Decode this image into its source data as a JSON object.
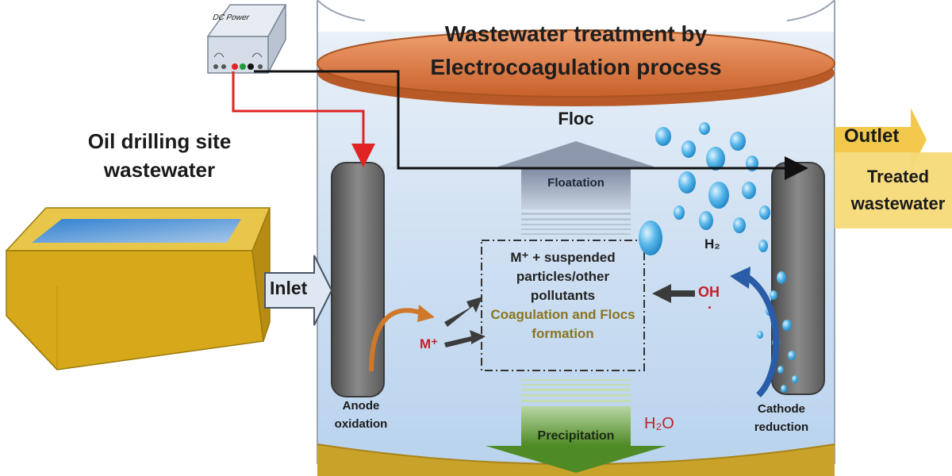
{
  "title": {
    "line1": "Wastewater treatment by",
    "line2": "Electrocoagulation process"
  },
  "power_supply": {
    "label": "DC Power"
  },
  "source": {
    "line1": "Oil drilling site",
    "line2": "wastewater"
  },
  "inlet": {
    "label": "Inlet"
  },
  "outlet": {
    "label": "Outlet",
    "line1": "Treated",
    "line2": "wastewater"
  },
  "zones": {
    "floc": "Floc",
    "floatation": "Floatation",
    "precipitation": "Precipitation"
  },
  "reaction_box": {
    "line1": "M⁺ + suspended",
    "line2": "particles/other",
    "line3": "pollutants",
    "line4": "Coagulation and Flocs",
    "line5": "formation"
  },
  "species": {
    "metal_ion": "M⁺",
    "hydroxide": "OH",
    "hydroxide_dot": "·",
    "hydrogen": "H₂",
    "water": "H₂O"
  },
  "electrodes": {
    "anode_line1": "Anode",
    "anode_line2": "oxidation",
    "cathode_line1": "Cathode",
    "cathode_line2": "reduction"
  },
  "colors": {
    "tank_water": "#cfe0f2",
    "lid": "#d9773e",
    "tank_base": "#c9a22a",
    "source_tray": "#d6a81a",
    "outlet_arrow": "#f2c94c",
    "wire_positive": "#e02424",
    "wire_negative": "#111111",
    "precipitation_arrow": "#5f8f2e",
    "floatation_arrow": "#8a96aa",
    "electrode": "#6e6e6e",
    "bubbles": "#3aa0dc",
    "cathode_arrow": "#2a5ca8",
    "anode_arrow": "#d0782a"
  }
}
